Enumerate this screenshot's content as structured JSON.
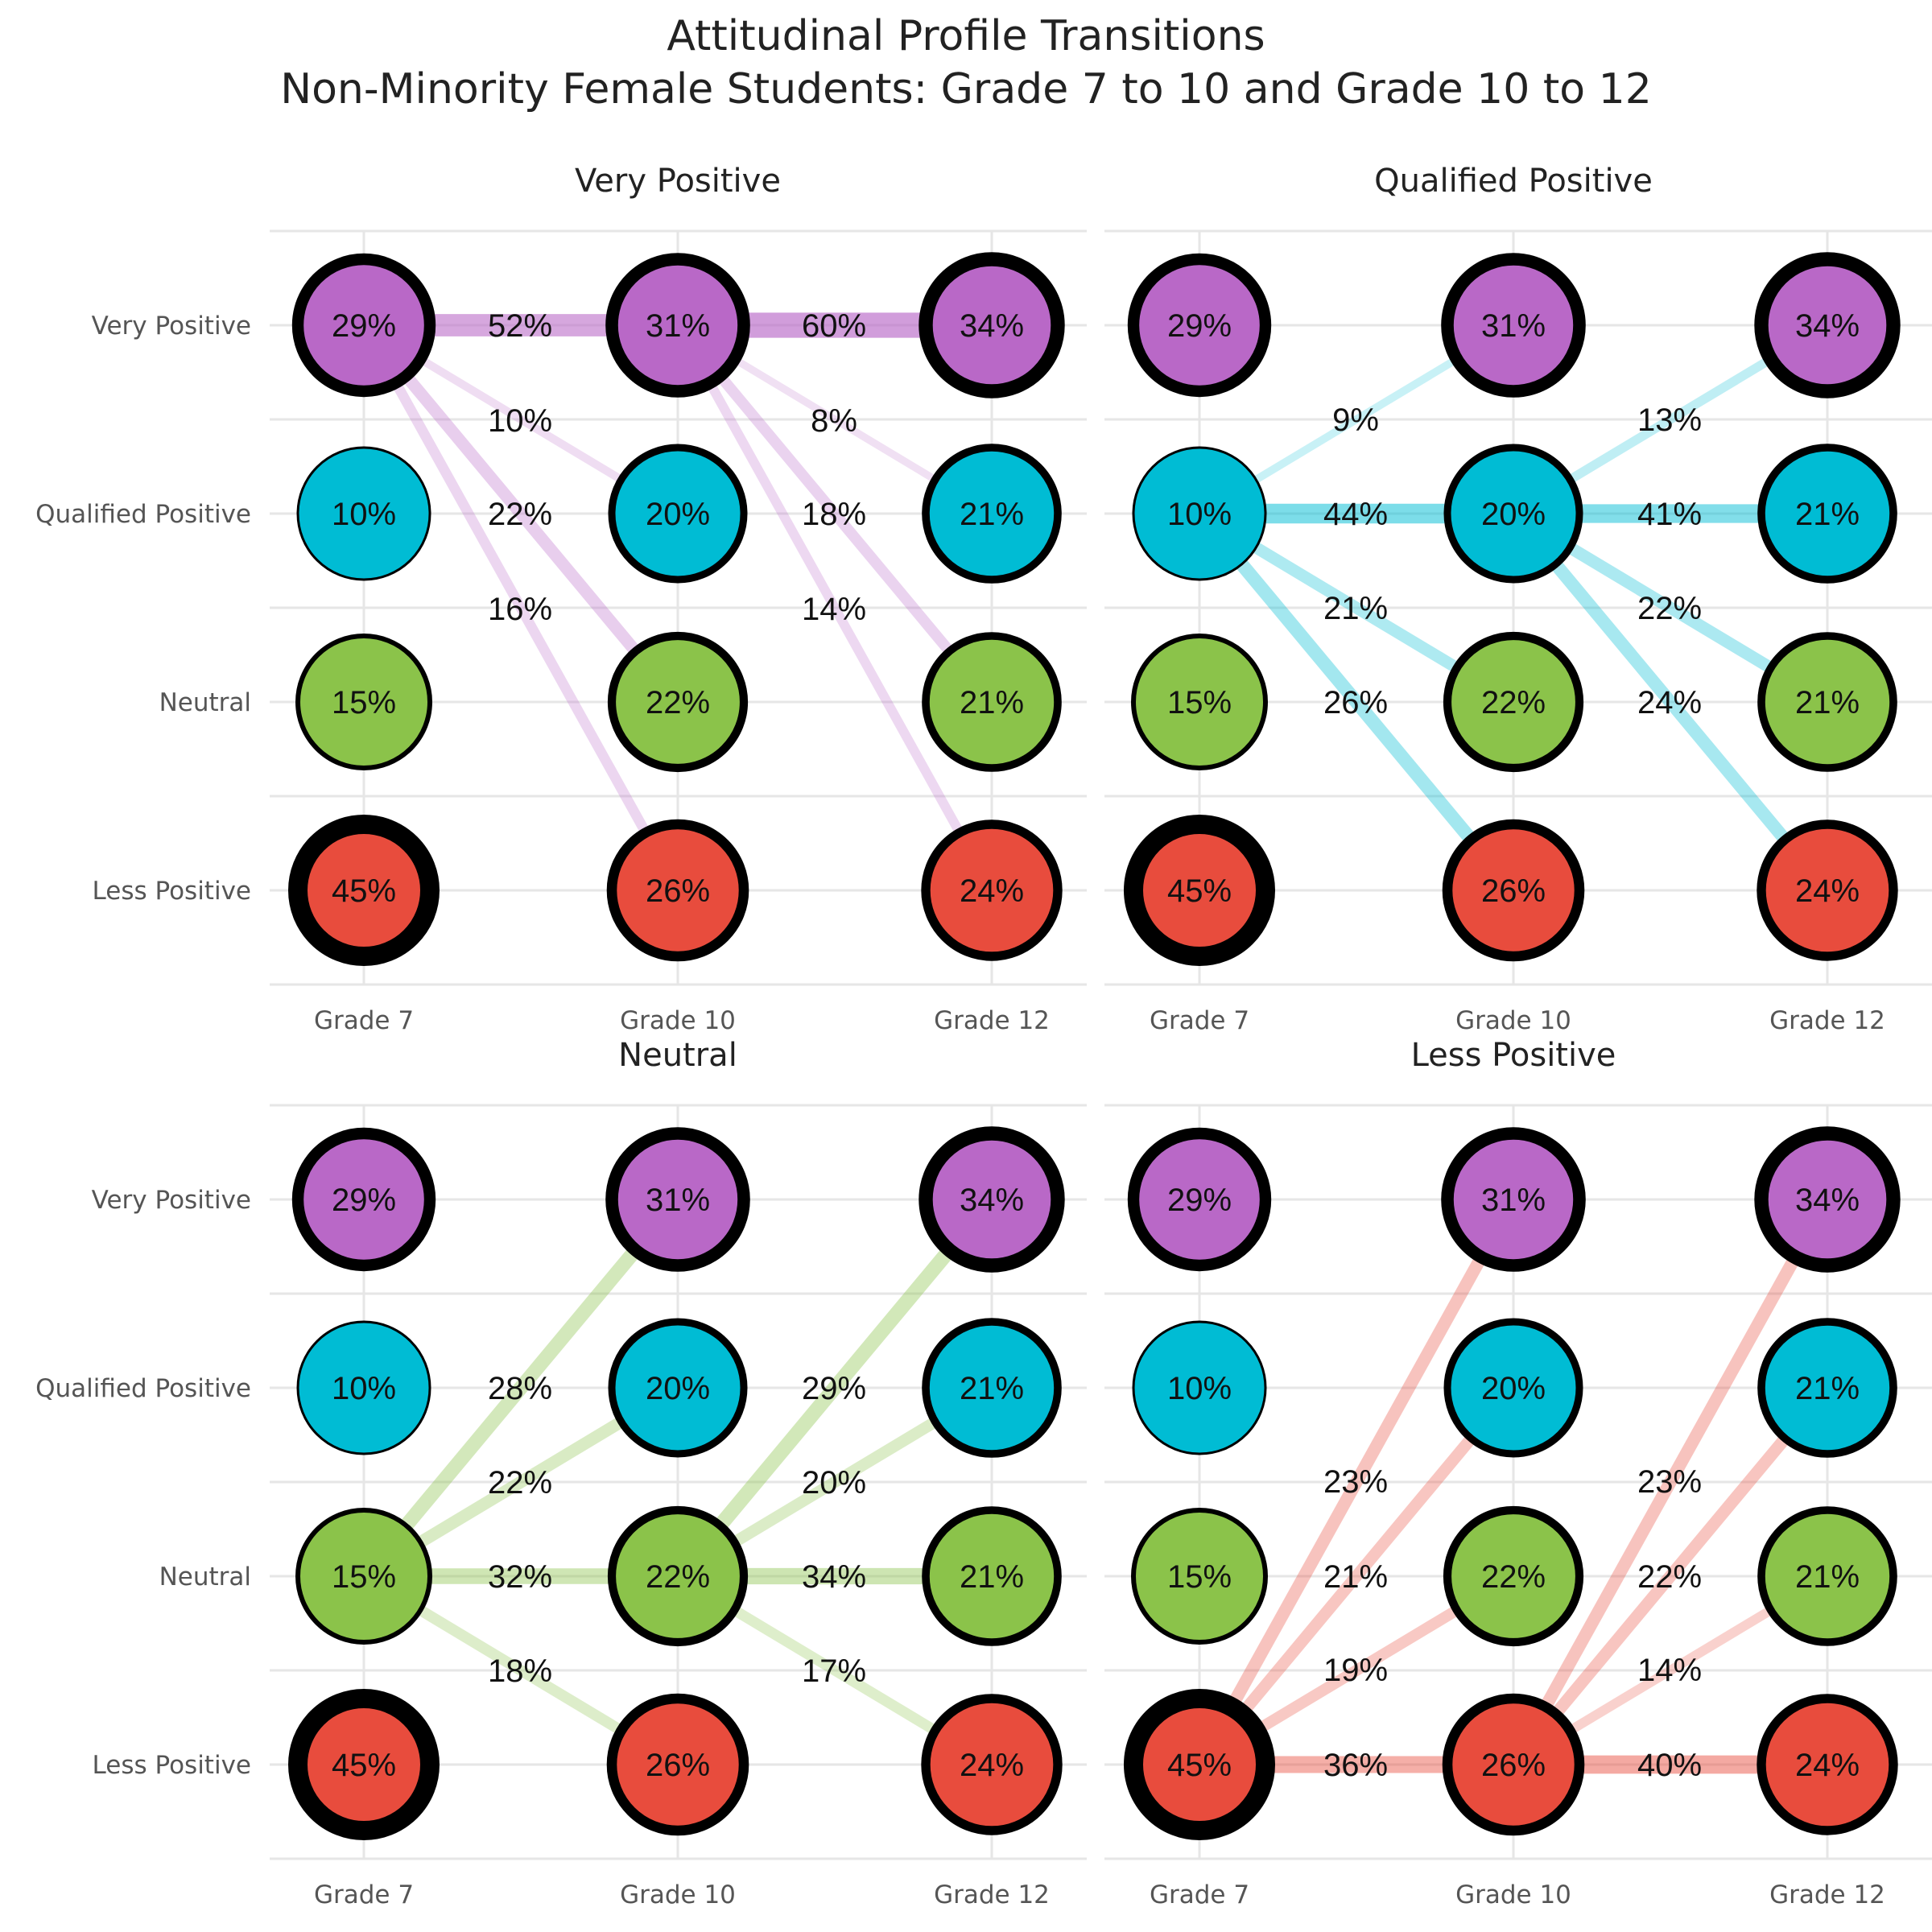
{
  "title": {
    "line1": "Attitudinal Profile Transitions",
    "line2": "Non-Minority Female Students: Grade 7 to 10 and Grade 10 to 12"
  },
  "colors": {
    "Very Positive": "#B968C7",
    "Qualified Positive": "#00BCD4",
    "Neutral": "#8BC34A",
    "Less Positive": "#E84C3D"
  },
  "chart_data": {
    "type": "flow",
    "grades": [
      "Grade 7",
      "Grade 10",
      "Grade 12"
    ],
    "profiles": [
      "Very Positive",
      "Qualified Positive",
      "Neutral",
      "Less Positive"
    ],
    "node_values": {
      "Grade 7": {
        "Very Positive": 29,
        "Qualified Positive": 10,
        "Neutral": 15,
        "Less Positive": 45
      },
      "Grade 10": {
        "Very Positive": 31,
        "Qualified Positive": 20,
        "Neutral": 22,
        "Less Positive": 26
      },
      "Grade 12": {
        "Very Positive": 34,
        "Qualified Positive": 21,
        "Neutral": 21,
        "Less Positive": 24
      }
    },
    "facets": [
      {
        "title": "Very Positive",
        "transitions": [
          {
            "from_grade": "Grade 7",
            "to": "Very Positive",
            "pct": 52
          },
          {
            "from_grade": "Grade 7",
            "to": "Qualified Positive",
            "pct": 10
          },
          {
            "from_grade": "Grade 7",
            "to": "Neutral",
            "pct": 22
          },
          {
            "from_grade": "Grade 7",
            "to": "Less Positive",
            "pct": 16
          },
          {
            "from_grade": "Grade 10",
            "to": "Very Positive",
            "pct": 60
          },
          {
            "from_grade": "Grade 10",
            "to": "Qualified Positive",
            "pct": 8
          },
          {
            "from_grade": "Grade 10",
            "to": "Neutral",
            "pct": 18
          },
          {
            "from_grade": "Grade 10",
            "to": "Less Positive",
            "pct": 14
          }
        ]
      },
      {
        "title": "Qualified Positive",
        "transitions": [
          {
            "from_grade": "Grade 7",
            "to": "Very Positive",
            "pct": 9
          },
          {
            "from_grade": "Grade 7",
            "to": "Qualified Positive",
            "pct": 44
          },
          {
            "from_grade": "Grade 7",
            "to": "Neutral",
            "pct": 21
          },
          {
            "from_grade": "Grade 7",
            "to": "Less Positive",
            "pct": 26
          },
          {
            "from_grade": "Grade 10",
            "to": "Very Positive",
            "pct": 13
          },
          {
            "from_grade": "Grade 10",
            "to": "Qualified Positive",
            "pct": 41
          },
          {
            "from_grade": "Grade 10",
            "to": "Neutral",
            "pct": 22
          },
          {
            "from_grade": "Grade 10",
            "to": "Less Positive",
            "pct": 24
          }
        ]
      },
      {
        "title": "Neutral",
        "transitions": [
          {
            "from_grade": "Grade 7",
            "to": "Very Positive",
            "pct": 28
          },
          {
            "from_grade": "Grade 7",
            "to": "Qualified Positive",
            "pct": 22
          },
          {
            "from_grade": "Grade 7",
            "to": "Neutral",
            "pct": 32
          },
          {
            "from_grade": "Grade 7",
            "to": "Less Positive",
            "pct": 18
          },
          {
            "from_grade": "Grade 10",
            "to": "Very Positive",
            "pct": 29
          },
          {
            "from_grade": "Grade 10",
            "to": "Qualified Positive",
            "pct": 20
          },
          {
            "from_grade": "Grade 10",
            "to": "Neutral",
            "pct": 34
          },
          {
            "from_grade": "Grade 10",
            "to": "Less Positive",
            "pct": 17
          }
        ]
      },
      {
        "title": "Less Positive",
        "transitions": [
          {
            "from_grade": "Grade 7",
            "to": "Very Positive",
            "pct": 23
          },
          {
            "from_grade": "Grade 7",
            "to": "Qualified Positive",
            "pct": 21
          },
          {
            "from_grade": "Grade 7",
            "to": "Neutral",
            "pct": 19
          },
          {
            "from_grade": "Grade 7",
            "to": "Less Positive",
            "pct": 36
          },
          {
            "from_grade": "Grade 10",
            "to": "Very Positive",
            "pct": 23
          },
          {
            "from_grade": "Grade 10",
            "to": "Qualified Positive",
            "pct": 22
          },
          {
            "from_grade": "Grade 10",
            "to": "Neutral",
            "pct": 14
          },
          {
            "from_grade": "Grade 10",
            "to": "Less Positive",
            "pct": 40
          }
        ]
      }
    ]
  }
}
